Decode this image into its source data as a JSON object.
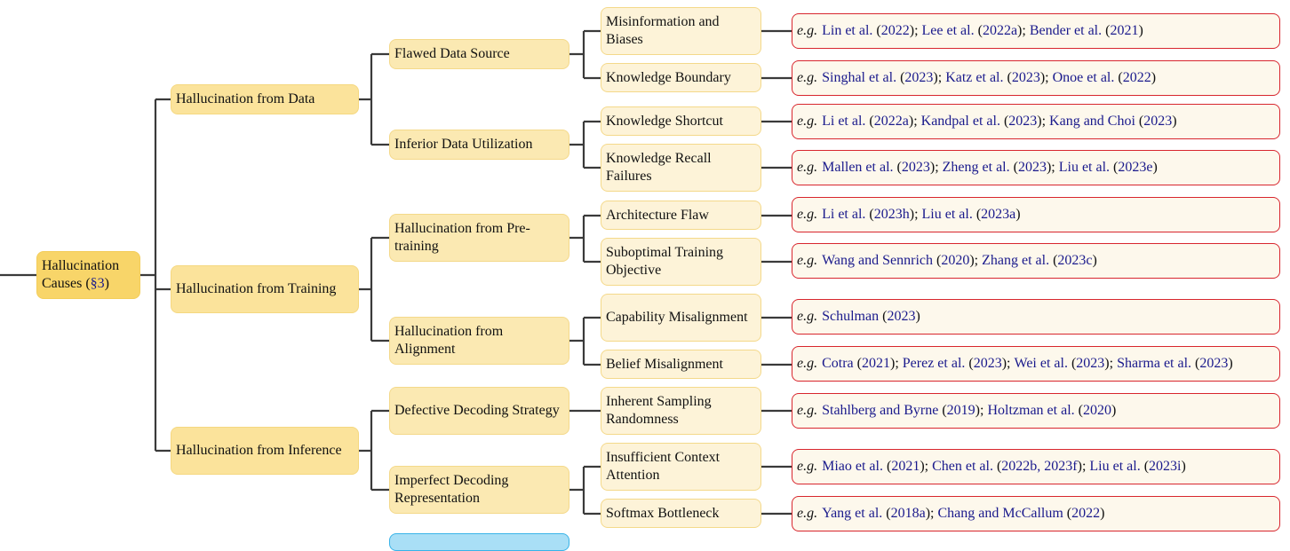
{
  "root": {
    "label": "Hallucination Causes (",
    "section": "§3",
    "close": ")"
  },
  "eg_label": "e.g.",
  "level1": [
    {
      "label": "Hallucination from Data"
    },
    {
      "label": "Hallucination from Training"
    },
    {
      "label": "Hallucination from Inference"
    }
  ],
  "level2": [
    {
      "label": "Flawed Data Source"
    },
    {
      "label": "Inferior Data Utilization"
    },
    {
      "label": "Hallucination from Pre-training"
    },
    {
      "label": "Hallucination from Alignment"
    },
    {
      "label": "Defective Decoding Strategy"
    },
    {
      "label": "Imperfect Decoding Representation"
    }
  ],
  "level3": [
    {
      "label": "Misinformation and Biases",
      "refs": [
        {
          "author": "Lin et al.",
          "year": "2022"
        },
        {
          "author": "Lee et al.",
          "year": "2022a"
        },
        {
          "author": "Bender et al.",
          "year": "2021"
        }
      ]
    },
    {
      "label": "Knowledge Boundary",
      "refs": [
        {
          "author": "Singhal et al.",
          "year": "2023"
        },
        {
          "author": "Katz et al.",
          "year": "2023"
        },
        {
          "author": "Onoe et al.",
          "year": "2022"
        }
      ]
    },
    {
      "label": "Knowledge Shortcut",
      "refs": [
        {
          "author": "Li et al.",
          "year": "2022a"
        },
        {
          "author": "Kandpal et al.",
          "year": "2023"
        },
        {
          "author": "Kang and Choi",
          "year": "2023"
        }
      ]
    },
    {
      "label": "Knowledge Recall Failures",
      "refs": [
        {
          "author": "Mallen et al.",
          "year": "2023"
        },
        {
          "author": "Zheng et al.",
          "year": "2023"
        },
        {
          "author": "Liu et al.",
          "year": "2023e"
        }
      ]
    },
    {
      "label": "Architecture Flaw",
      "refs": [
        {
          "author": "Li et al.",
          "year": "2023h"
        },
        {
          "author": "Liu et al.",
          "year": "2023a"
        }
      ]
    },
    {
      "label": "Suboptimal Training Objective",
      "refs": [
        {
          "author": "Wang and Sennrich",
          "year": "2020"
        },
        {
          "author": "Zhang et al.",
          "year": "2023c"
        }
      ]
    },
    {
      "label": "Capability Misalignment",
      "refs": [
        {
          "author": "Schulman",
          "year": "2023"
        }
      ]
    },
    {
      "label": "Belief Misalignment",
      "refs": [
        {
          "author": "Cotra",
          "year": "2021"
        },
        {
          "author": "Perez et al.",
          "year": "2023"
        },
        {
          "author": "Wei et al.",
          "year": "2023"
        },
        {
          "author": "Sharma et al.",
          "year": "2023"
        }
      ]
    },
    {
      "label": "Inherent Sampling Randomness",
      "refs": [
        {
          "author": "Stahlberg and Byrne",
          "year": "2019"
        },
        {
          "author": "Holtzman et al.",
          "year": "2020"
        }
      ]
    },
    {
      "label": "Insufficient Context Attention",
      "refs": [
        {
          "author": "Miao et al.",
          "year": "2021"
        },
        {
          "author": "Chen et al.",
          "year": "2022b, 2023f"
        },
        {
          "author": "Liu et al.",
          "year": "2023i"
        }
      ]
    },
    {
      "label": "Softmax Bottleneck",
      "refs": [
        {
          "author": "Yang et al.",
          "year": "2018a"
        },
        {
          "author": "Chang and McCallum",
          "year": "2022"
        }
      ]
    }
  ]
}
